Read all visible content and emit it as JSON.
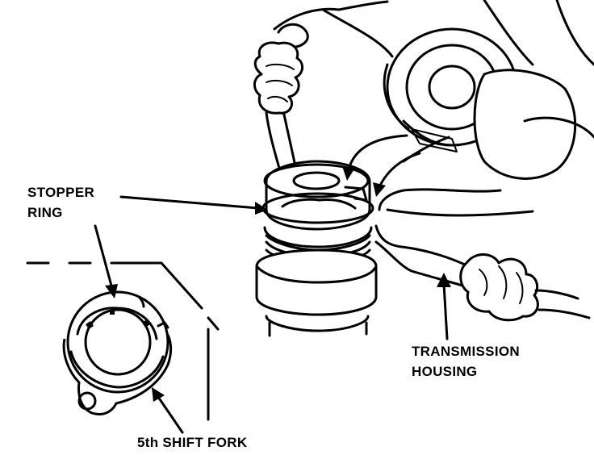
{
  "labels": {
    "stopper_ring_line1": "STOPPER",
    "stopper_ring_line2": "RING",
    "transmission_housing_line1": "TRANSMISSION",
    "transmission_housing_line2": "HOUSING",
    "shift_fork": "5th SHIFT FORK"
  }
}
